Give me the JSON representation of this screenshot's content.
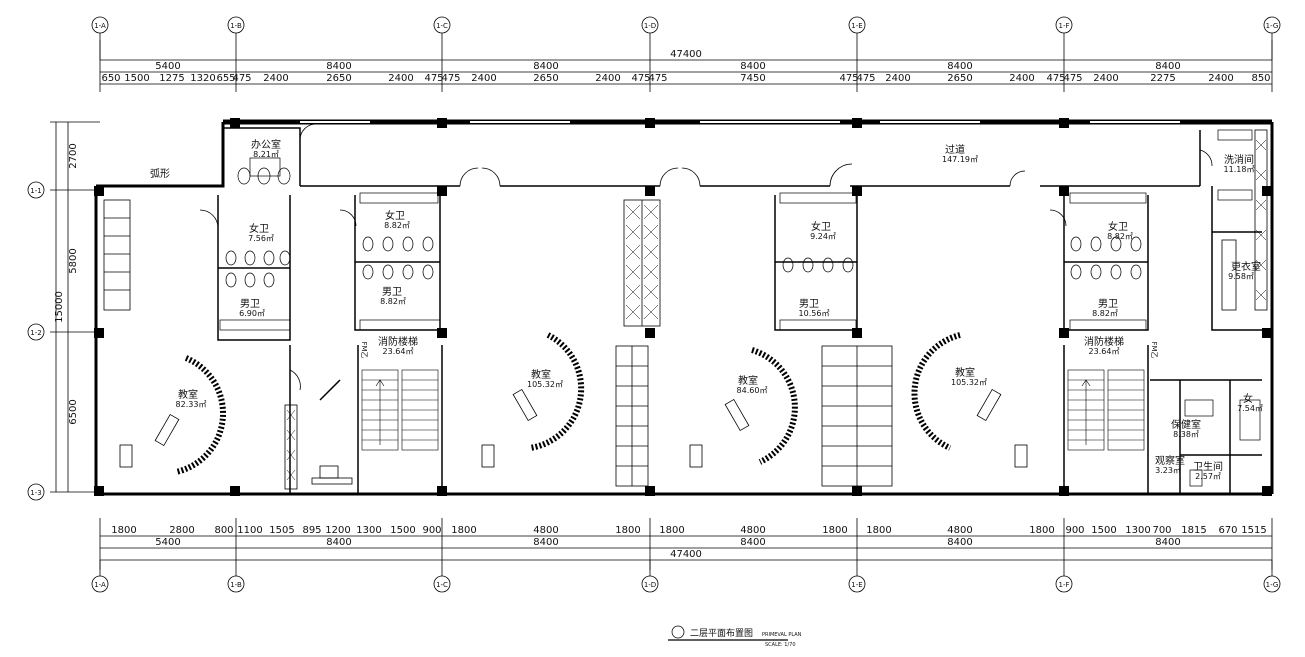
{
  "dims_top": {
    "total": "47400",
    "spans": [
      "5400",
      "8400",
      "8400",
      "8400",
      "8400",
      "8400"
    ],
    "sub": [
      "650",
      "1500",
      "1275",
      "1320",
      "655",
      "475",
      "2400",
      "2650",
      "2400",
      "475",
      "475",
      "2400",
      "2650",
      "2400",
      "475",
      "475",
      "7450",
      "475",
      "475",
      "2400",
      "2650",
      "2400",
      "475",
      "475",
      "2400",
      "2275",
      "2400",
      "850"
    ]
  },
  "dims_bottom": {
    "total": "47400",
    "spans": [
      "5400",
      "8400",
      "8400",
      "8400",
      "8400",
      "8400"
    ],
    "sub": [
      "1800",
      "2800",
      "800",
      "1100",
      "1505",
      "895",
      "1200",
      "1300",
      "1500",
      "900",
      "1800",
      "4800",
      "1800",
      "1800",
      "4800",
      "1800",
      "1800",
      "4800",
      "1800",
      "900",
      "1500",
      "1300",
      "700",
      "1815",
      "670",
      "1515"
    ]
  },
  "dims_left": {
    "total": "15000",
    "spans": [
      "2700",
      "5800",
      "6500"
    ]
  },
  "axes_v": [
    "1-A",
    "1-B",
    "1-C",
    "1-D",
    "1-E",
    "1-F",
    "1-G"
  ],
  "axes_h": [
    "1-1",
    "1-2",
    "1-3"
  ],
  "rooms": {
    "office": {
      "name": "办公室",
      "area": "8.21㎡"
    },
    "arc": {
      "name": "弧形"
    },
    "corridor": {
      "name": "过道",
      "area": "147.19㎡"
    },
    "laundry": {
      "name": "洗消间",
      "area": "11.18㎡"
    },
    "changing": {
      "name": "更衣室",
      "area": "9.58㎡"
    },
    "w1": {
      "name": "女卫",
      "area": "7.56㎡"
    },
    "m1": {
      "name": "男卫",
      "area": "6.90㎡"
    },
    "w2": {
      "name": "女卫",
      "area": "8.82㎡"
    },
    "m2": {
      "name": "男卫",
      "area": "8.82㎡"
    },
    "w3": {
      "name": "女卫",
      "area": "9.24㎡"
    },
    "m3": {
      "name": "男卫",
      "area": "10.56㎡"
    },
    "w4": {
      "name": "女卫",
      "area": "8.82㎡"
    },
    "m4": {
      "name": "男卫",
      "area": "8.82㎡"
    },
    "stair1": {
      "name": "消防楼梯",
      "area": "23.64㎡"
    },
    "stair2": {
      "name": "消防楼梯",
      "area": "23.64㎡"
    },
    "c1": {
      "name": "教室",
      "area": "82.33㎡"
    },
    "c2": {
      "name": "教室",
      "area": "105.32㎡"
    },
    "c3": {
      "name": "教室",
      "area": "84.60㎡"
    },
    "c4": {
      "name": "教室",
      "area": "105.32㎡"
    },
    "health": {
      "name": "保健室",
      "area": "8.38㎡"
    },
    "observe": {
      "name": "观察室",
      "area": "3.23㎡"
    },
    "wc": {
      "name": "卫生间",
      "area": "2.57㎡"
    },
    "w5": {
      "name": "女",
      "area": "7.54㎡"
    }
  },
  "caption": {
    "title": "二层平面布置图",
    "en": "PRIMEVAL PLAN",
    "scale": "SCALE: 1/70"
  },
  "fm_label": "FM乙"
}
